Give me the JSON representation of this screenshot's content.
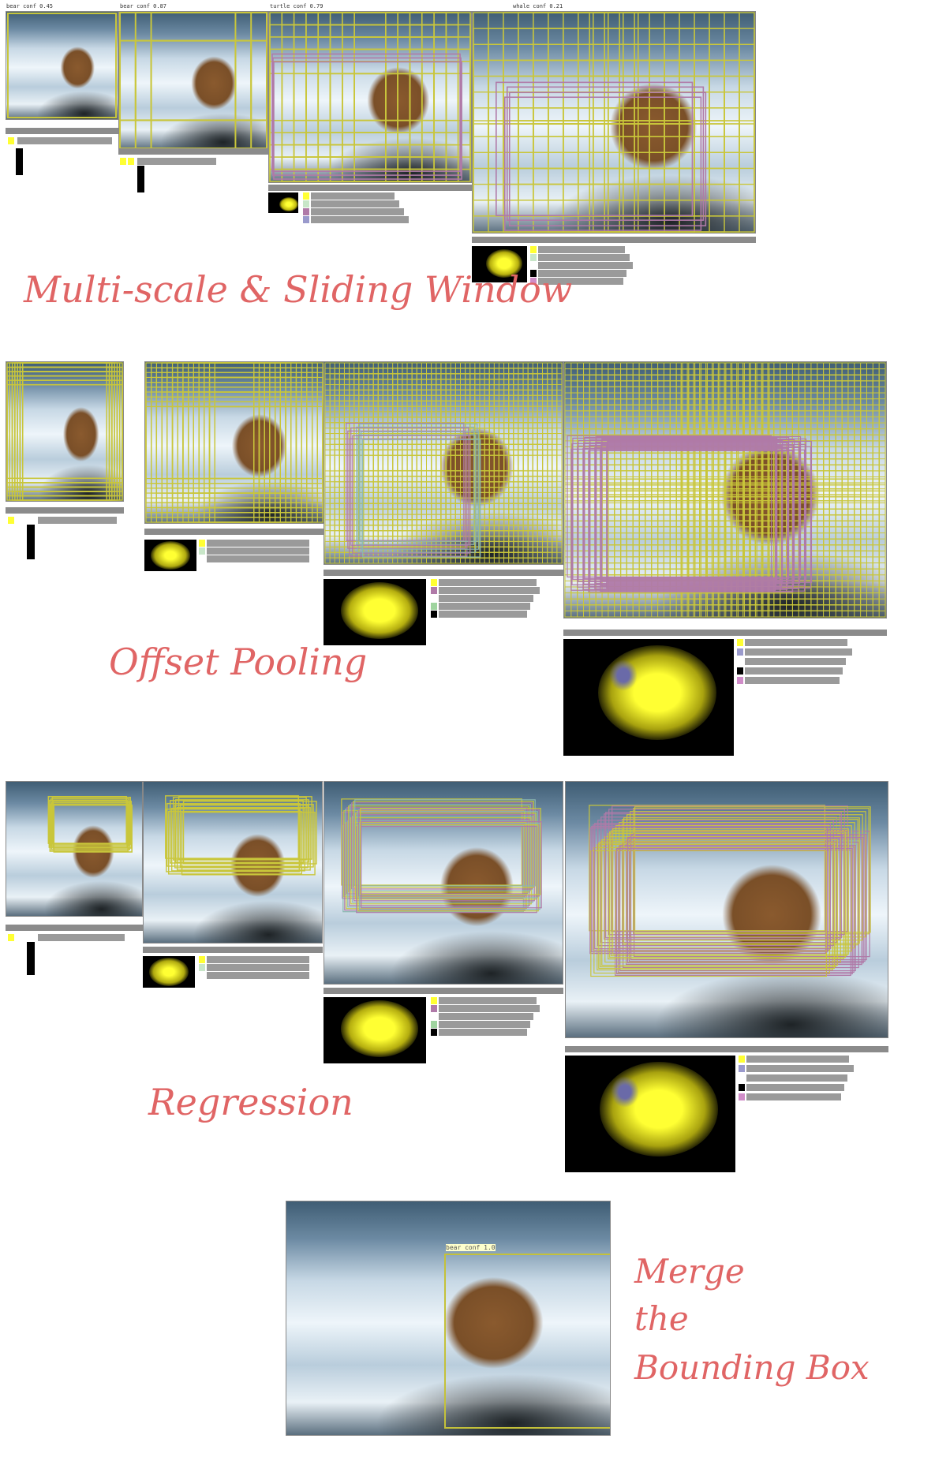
{
  "sections": {
    "multi_scale": {
      "label": "Multi-scale & Sliding Window"
    },
    "offset_pooling": {
      "label": "Offset Pooling"
    },
    "regression": {
      "label": "Regression"
    },
    "merge": {
      "label_lines": [
        "Merge",
        "the",
        "Bounding Box"
      ]
    }
  },
  "final_detection": {
    "label": "bear conf 1.0"
  },
  "scale_labels": [
    "bear conf 0.45",
    "bear conf 0.87",
    "turtle conf 0.79",
    "whale conf 0.21"
  ],
  "colors": {
    "annotation": "#e06565",
    "box_yellow": "#c9c63b",
    "box_pink": "#b07aa8",
    "box_teal": "#8ab6b0"
  }
}
